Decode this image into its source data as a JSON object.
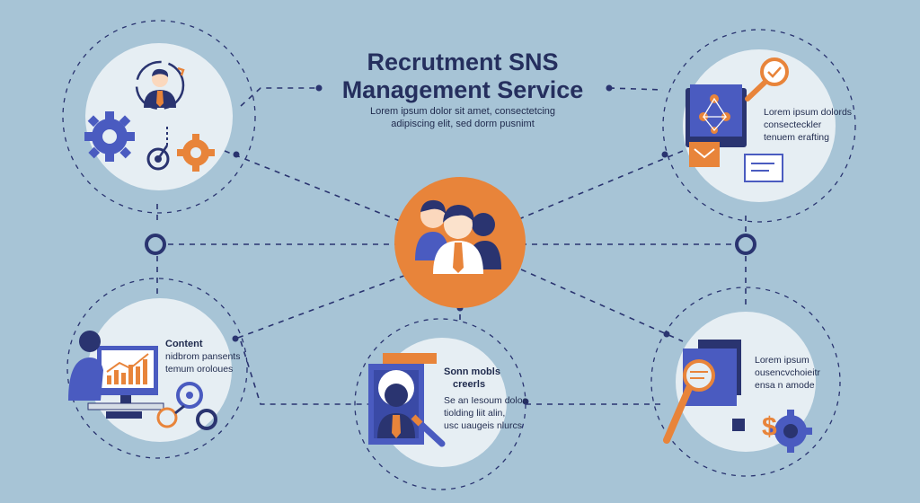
{
  "title": {
    "line1": "Recrutment SNS",
    "line2": "Management Service"
  },
  "subtitle": {
    "line1": "Lorem ipsum dolor sit amet, consectetcing",
    "line2": "adipiscing elit, sed dorm pusnimt"
  },
  "right_top_text": {
    "line1": "Lorem ipsum dolords",
    "line2": "consecteckler",
    "line3": "tenuem erafting"
  },
  "left_bottom_text": {
    "heading": "Content",
    "line1": "nidbrom pansents",
    "line2": "temum oroloues"
  },
  "center_bottom_text": {
    "heading1": "Sonn mobls",
    "heading2": "creerls",
    "line1": "Se an Iesoum doloa",
    "line2": "tiolding liit alin,",
    "line3": "usc uaugeis nlurcs"
  },
  "right_bottom_text": {
    "line1": "Lorem ipsum",
    "line2": "ousencvchoieitr",
    "line3": "ensa n amode"
  },
  "colors": {
    "background": "#a7c4d6",
    "navy": "#2a3470",
    "blue": "#4a5bc0",
    "orange": "#e8843a",
    "circle": "#e6eef3",
    "title": "#252f5e"
  },
  "icons": [
    "person-avatar-icon",
    "gear-icon",
    "target-icon",
    "team-icon",
    "document-network-icon",
    "magnifier-icon",
    "envelope-icon",
    "monitor-chart-icon",
    "profile-card-icon",
    "dollar-gear-icon"
  ]
}
